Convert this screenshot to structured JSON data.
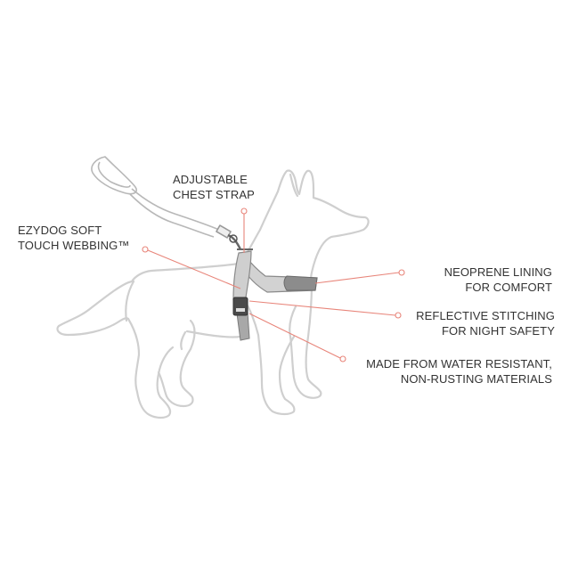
{
  "diagram": {
    "subject": "dog wearing harness with leash",
    "colors": {
      "outline": "#cfcfcf",
      "callout": "#e8857a",
      "label_text": "#333333",
      "strap_light": "#c8c8c8",
      "strap_dark": "#8a8a8a",
      "buckle": "#555555"
    },
    "callouts": [
      {
        "id": "adjustable-chest-strap",
        "lines": [
          "ADJUSTABLE",
          "CHEST STRAP"
        ]
      },
      {
        "id": "ezydog-soft-touch-webbing",
        "lines": [
          "EZYDOG SOFT",
          "TOUCH WEBBING™"
        ]
      },
      {
        "id": "neoprene-lining",
        "lines": [
          "NEOPRENE LINING",
          "FOR COMFORT"
        ]
      },
      {
        "id": "reflective-stitching",
        "lines": [
          "REFLECTIVE STITCHING",
          "FOR NIGHT SAFETY"
        ]
      },
      {
        "id": "water-resistant-materials",
        "lines": [
          "MADE FROM WATER RESISTANT,",
          "NON-RUSTING MATERIALS"
        ]
      }
    ]
  }
}
